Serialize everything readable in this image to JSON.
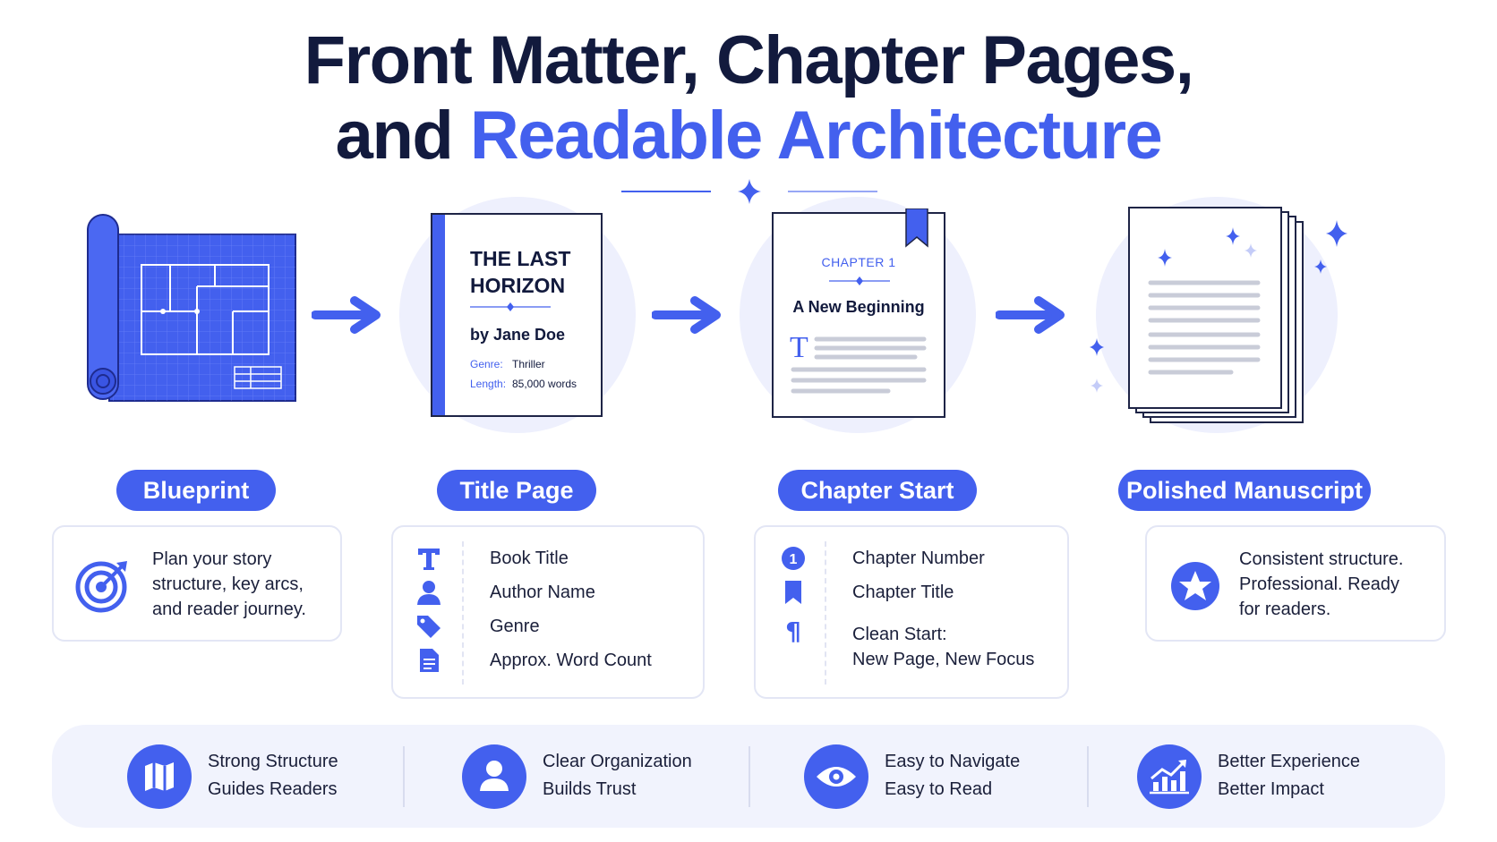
{
  "title": {
    "line1": "Front Matter, Chapter Pages,",
    "line2_part1": "and ",
    "line2_accent": "Readable Architecture"
  },
  "colors": {
    "accent": "#4360ee",
    "dark": "#121a3d",
    "light_bg": "#eef0fd"
  },
  "title_page_book": {
    "heading_line1": "THE LAST",
    "heading_line2": "HORIZON",
    "author": "by Jane Doe",
    "genre_label": "Genre:",
    "genre_value": "Thriller",
    "length_label": "Length:",
    "length_value": "85,000 words"
  },
  "chapter_page": {
    "chapter_label": "CHAPTER 1",
    "chapter_title": "A New Beginning"
  },
  "stages": [
    {
      "label": "Blueprint",
      "icon": "target-icon",
      "description_lines": [
        "Plan your story",
        "structure, key arcs,",
        "and reader journey."
      ]
    },
    {
      "label": "Title Page",
      "items": [
        {
          "icon": "text-icon",
          "text": "Book Title"
        },
        {
          "icon": "person-icon",
          "text": "Author Name"
        },
        {
          "icon": "tag-icon",
          "text": "Genre"
        },
        {
          "icon": "document-icon",
          "text": "Approx. Word Count"
        }
      ]
    },
    {
      "label": "Chapter Start",
      "items": [
        {
          "icon": "number-icon",
          "text": "Chapter Number",
          "text2": ""
        },
        {
          "icon": "bookmark-icon",
          "text": "Chapter Title",
          "text2": ""
        },
        {
          "icon": "pilcrow-icon",
          "text": "Clean Start:",
          "text2": "New Page, New Focus"
        }
      ]
    },
    {
      "label": "Polished Manuscript",
      "icon": "star-badge-icon",
      "description_lines": [
        "Consistent structure.",
        "Professional. Ready",
        "for readers."
      ]
    }
  ],
  "benefits": [
    {
      "icon": "map-icon",
      "line1": "Strong Structure",
      "line2": "Guides Readers"
    },
    {
      "icon": "user-icon",
      "line1": "Clear Organization",
      "line2": "Builds Trust"
    },
    {
      "icon": "eye-icon",
      "line1": "Easy to Navigate",
      "line2": "Easy to Read"
    },
    {
      "icon": "chart-icon",
      "line1": "Better Experience",
      "line2": "Better Impact"
    }
  ]
}
